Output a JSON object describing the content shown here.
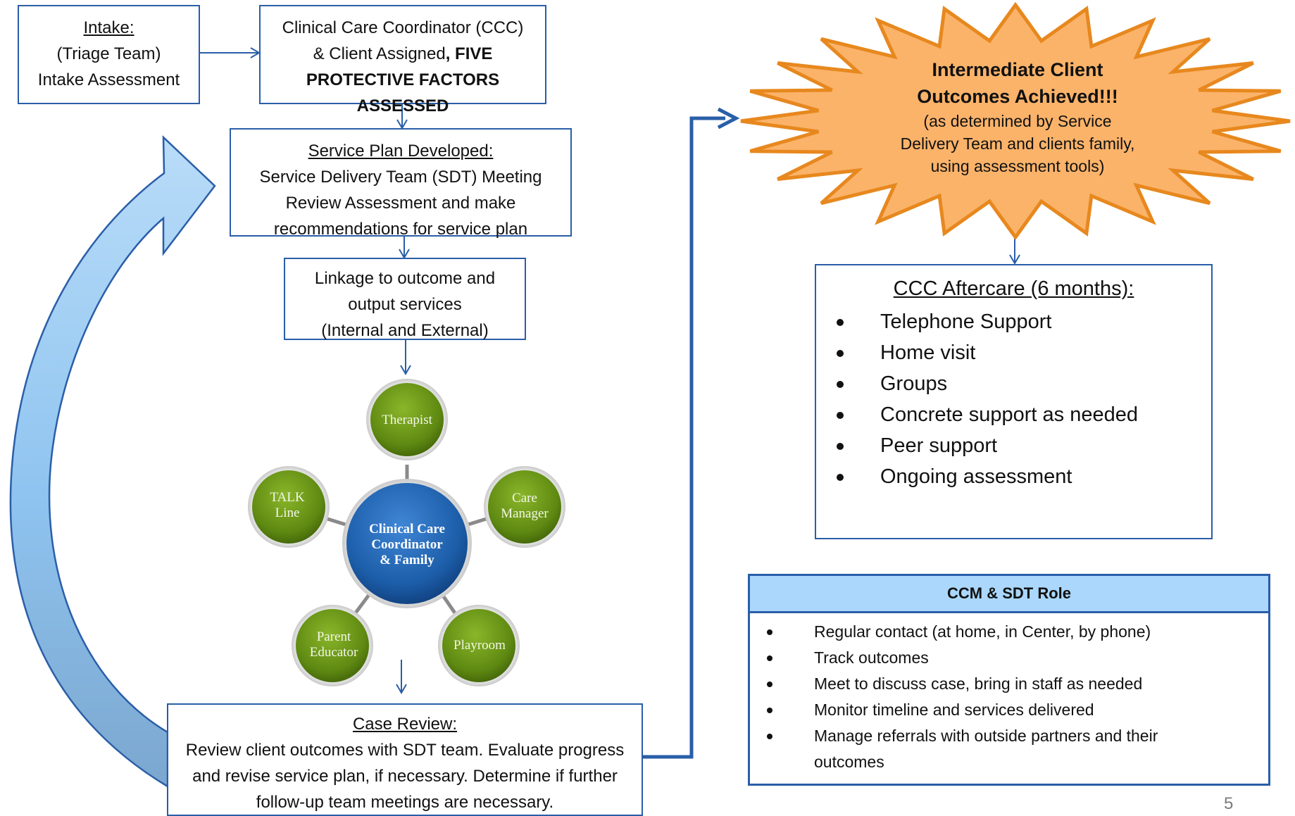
{
  "intake": {
    "title": "Intake:",
    "line1": "(Triage Team)",
    "line2": "Intake Assessment"
  },
  "ccc_assigned": {
    "line1": "Clinical Care Coordinator (CCC)",
    "line2_plain": "& Client Assigned",
    "line2_bold": ", FIVE",
    "line3_bold": "PROTECTIVE FACTORS ASSESSED"
  },
  "service_plan": {
    "title": "Service Plan Developed:",
    "line1": "Service Delivery Team (SDT) Meeting",
    "line2": "Review Assessment and make",
    "line3": "recommendations for service plan"
  },
  "linkage": {
    "line1": "Linkage to outcome and",
    "line2": "output services",
    "line3": "(Internal and External)"
  },
  "team_circles": {
    "center": "Clinical Care\nCoordinator\n& Family",
    "therapist": "Therapist",
    "care_manager": "Care\nManager",
    "playroom": "Playroom",
    "parent_educator": "Parent\nEducator",
    "talk_line": "TALK\nLine"
  },
  "case_review": {
    "title": "Case Review:",
    "line1": "Review client outcomes with SDT team.  Evaluate progress",
    "line2": "and revise service plan, if necessary. Determine if further",
    "line3": "follow-up team meetings are necessary."
  },
  "outcomes_star": {
    "title1": "Intermediate Client",
    "title2": "Outcomes Achieved!!!",
    "line1": "(as determined by Service",
    "line2": "Delivery Team and clients family,",
    "line3": "using assessment tools)"
  },
  "aftercare": {
    "title": "CCC Aftercare (6 months):",
    "items": [
      "Telephone Support",
      "Home visit",
      "Groups",
      "Concrete support as needed",
      "Peer support",
      "Ongoing assessment"
    ]
  },
  "role": {
    "header": "CCM & SDT Role",
    "items": [
      "Regular contact (at home, in Center, by phone)",
      "Track outcomes",
      "Meet to discuss case, bring in staff as needed",
      "Monitor timeline and services delivered",
      "Manage referrals with outside partners and their outcomes"
    ]
  },
  "page_number": "5",
  "colors": {
    "box_border": "#2a5ea8",
    "star_fill": "#fbb36a",
    "star_stroke": "#e7881e",
    "green_circle": "#5f8a12",
    "blue_circle": "#1c5da8",
    "role_header": "#aad7fb",
    "loop_arrow": "#8fc4f0"
  }
}
